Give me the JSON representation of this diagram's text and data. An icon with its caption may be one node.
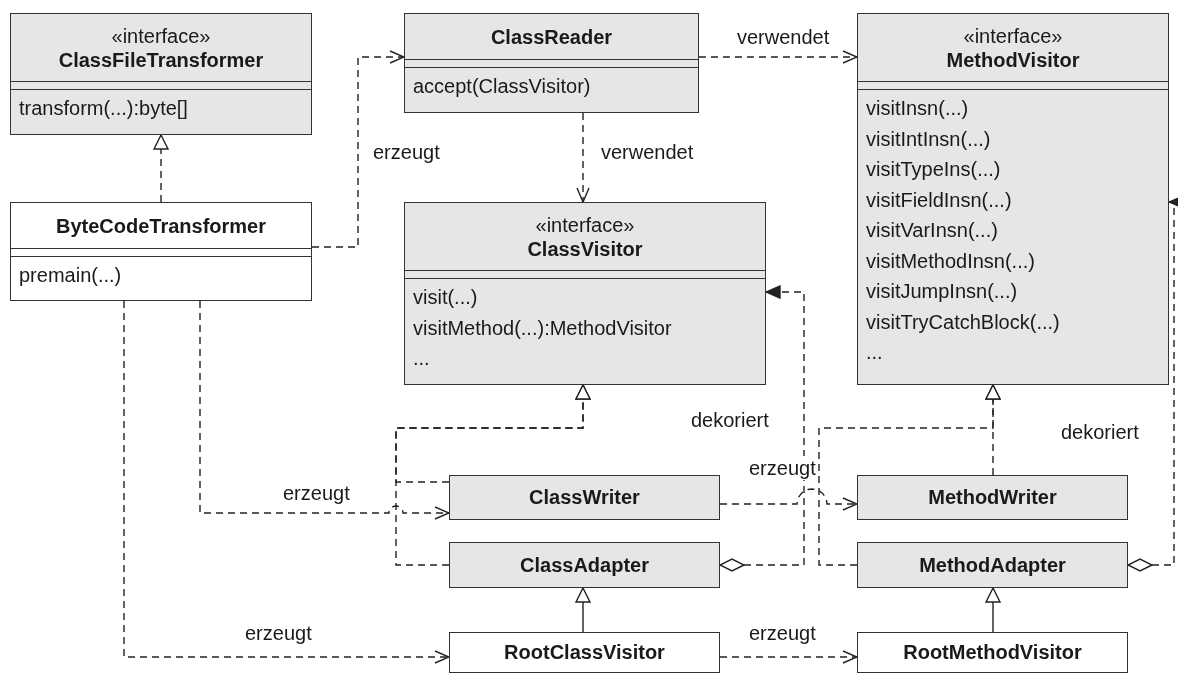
{
  "diagram": {
    "nodes": [
      {
        "text": [
          "«interface»",
          "ClassFileTransformer",
          "transform(...):byte[]"
        ]
      },
      {
        "text": [
          "ClassReader",
          "accept(ClassVisitor)"
        ]
      },
      {
        "text": [
          "«interface»",
          "MethodVisitor",
          "visitInsn(...)",
          "visitIntInsn(...)",
          "visitTypeIns(...)",
          "visitFieldInsn(...)",
          "visitVarInsn(...)",
          "visitMethodInsn(...)",
          "visitJumpInsn(...)",
          "visitTryCatchBlock(...)",
          "..."
        ]
      },
      {
        "text": [
          "ByteCodeTransformer",
          "premain(...)"
        ]
      },
      {
        "text": [
          "«interface»",
          "ClassVisitor",
          "visit(...)",
          "visitMethod(...):MethodVisitor",
          "..."
        ]
      },
      {
        "text": [
          "ClassWriter"
        ]
      },
      {
        "text": [
          "MethodWriter"
        ]
      },
      {
        "text": [
          "ClassAdapter"
        ]
      },
      {
        "text": [
          "MethodAdapter"
        ]
      },
      {
        "text": [
          "RootClassVisitor"
        ]
      },
      {
        "text": [
          "RootMethodVisitor"
        ]
      }
    ],
    "edges": [
      {
        "from": 3,
        "to": 0,
        "arrow": "to",
        "style": "dashed"
      },
      {
        "from": 3,
        "to": 1,
        "arrow": "to",
        "style": "dashed",
        "label": "erzeugt"
      },
      {
        "from": 1,
        "to": 2,
        "arrow": "to",
        "style": "dashed",
        "label": "verwendet"
      },
      {
        "from": 1,
        "to": 4,
        "arrow": "to",
        "style": "dashed",
        "label": "verwendet"
      },
      {
        "from": 3,
        "to": 5,
        "arrow": "to",
        "style": "dashed",
        "label": "erzeugt"
      },
      {
        "from": 3,
        "to": 9,
        "arrow": "to",
        "style": "dashed",
        "label": "erzeugt"
      },
      {
        "from": 5,
        "to": 4,
        "arrow": "to",
        "style": "dashed"
      },
      {
        "from": 7,
        "to": 4,
        "arrow": "to",
        "style": "dashed"
      },
      {
        "from": 5,
        "to": 6,
        "arrow": "to",
        "style": "dashed",
        "label": "erzeugt"
      },
      {
        "from": 7,
        "to": 4,
        "arrow": "to",
        "style": "dashed",
        "label": "dekoriert"
      },
      {
        "from": 6,
        "to": 2,
        "arrow": "to",
        "style": "dashed"
      },
      {
        "from": 8,
        "to": 2,
        "arrow": "to",
        "style": "dashed"
      },
      {
        "from": 8,
        "to": 2,
        "arrow": "to",
        "style": "dashed",
        "label": "dekoriert"
      },
      {
        "from": 9,
        "to": 7,
        "arrow": "to"
      },
      {
        "from": 10,
        "to": 8,
        "arrow": "to"
      },
      {
        "from": 9,
        "to": 10,
        "arrow": "to",
        "style": "dashed",
        "label": "erzeugt"
      }
    ]
  }
}
